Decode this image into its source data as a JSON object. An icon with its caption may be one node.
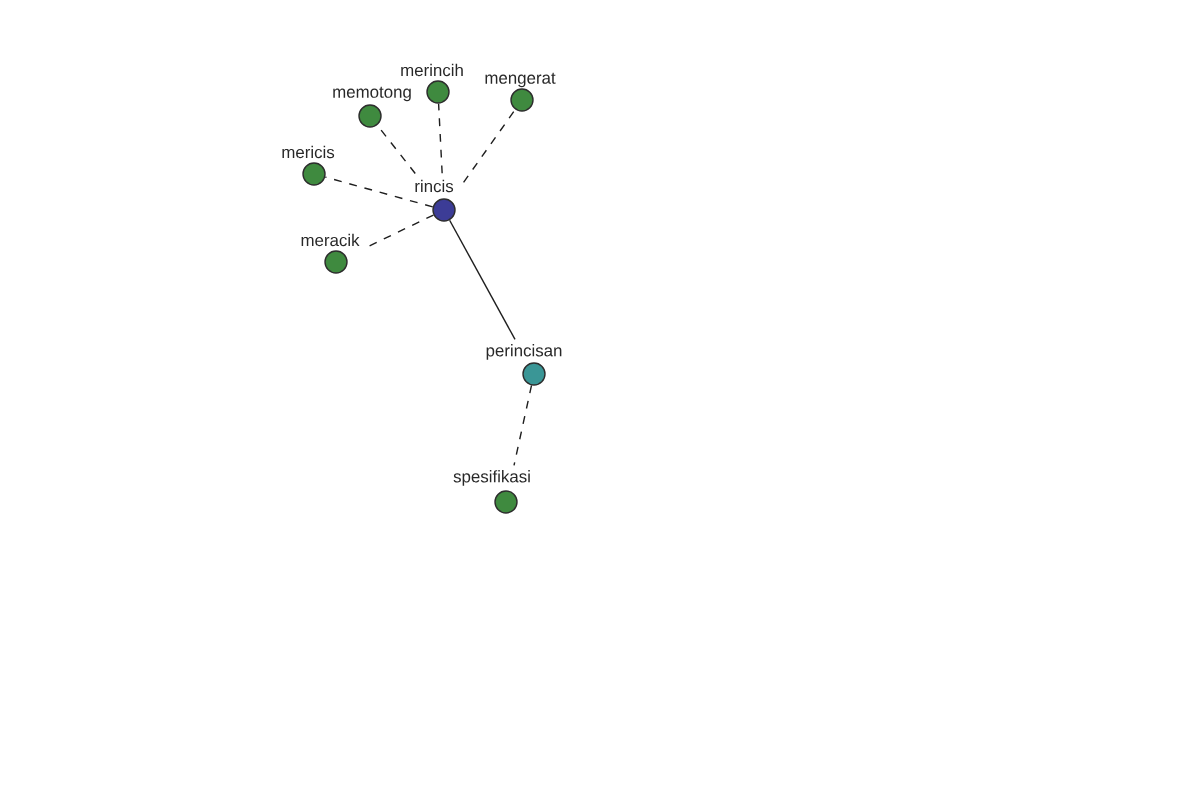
{
  "diagram": {
    "nodes": [
      {
        "text": [
          "merincih"
        ]
      },
      {
        "text": [
          "mengerat"
        ]
      },
      {
        "text": [
          "memotong"
        ]
      },
      {
        "text": [
          "mericis"
        ]
      },
      {
        "text": [
          "rincis"
        ]
      },
      {
        "text": [
          "meracik"
        ]
      },
      {
        "text": [
          "perincisan"
        ]
      },
      {
        "text": [
          "spesifikasi"
        ]
      }
    ],
    "edges": [
      {
        "from": 4,
        "to": 0,
        "arrow": "none",
        "style": "dashed"
      },
      {
        "from": 4,
        "to": 1,
        "arrow": "none",
        "style": "dashed"
      },
      {
        "from": 4,
        "to": 2,
        "arrow": "none",
        "style": "dashed"
      },
      {
        "from": 4,
        "to": 3,
        "arrow": "none",
        "style": "dashed"
      },
      {
        "from": 4,
        "to": 5,
        "arrow": "none",
        "style": "dashed"
      },
      {
        "from": 4,
        "to": 6,
        "arrow": "none"
      },
      {
        "from": 6,
        "to": 7,
        "arrow": "none",
        "style": "dashed"
      }
    ]
  }
}
